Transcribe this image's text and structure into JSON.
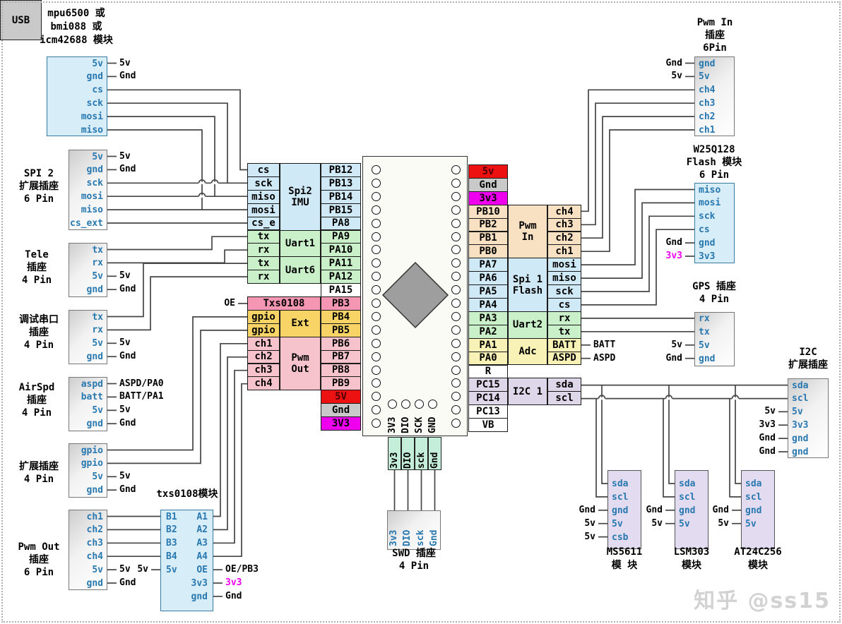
{
  "watermark": "知乎 @ss15",
  "colors": {
    "pin_text": "#2878b0",
    "wire": "#454545",
    "magenta": "#ee00ee",
    "red": "#ee1111",
    "blue": "#cfe9f6",
    "green": "#c9f0c8",
    "yellow": "#f8d365",
    "pink": "#f6c3cc",
    "pinkdark": "#f596b3",
    "tan": "#f8e1c3",
    "paleyellow": "#f8f2b6",
    "lavender": "#ded7e9",
    "grey": "#c9c9c9",
    "mint": "#c4eed9",
    "module_blue": "#d7edf8",
    "module_lavender": "#e3dcf0"
  },
  "connectors": {
    "imu-module": {
      "title": [
        "mpu6500 或",
        "bmi088 或",
        "icm42688 模块"
      ],
      "pins": [
        "5v",
        "gnd",
        "cs",
        "sck",
        "mosi",
        "miso"
      ],
      "ext": {
        "0": "5v",
        "1": "Gnd"
      }
    },
    "spi2-ext-socket": {
      "title": [
        "SPI 2",
        "扩展插座",
        "6 Pin"
      ],
      "pins": [
        "5v",
        "gnd",
        "sck",
        "mosi",
        "miso",
        "cs_ext"
      ],
      "ext": {
        "0": "5v",
        "1": "Gnd"
      }
    },
    "tele-socket": {
      "title": [
        "Tele",
        "插座",
        "4 Pin"
      ],
      "pins": [
        "tx",
        "rx",
        "5v",
        "gnd"
      ],
      "ext": {
        "2": "5v",
        "3": "Gnd"
      }
    },
    "debug-uart-socket": {
      "title": [
        "调试串口",
        "插座",
        "4 Pin"
      ],
      "pins": [
        "tx",
        "rx",
        "5v",
        "gnd"
      ],
      "ext": {
        "2": "5v",
        "3": "Gnd"
      }
    },
    "airspd-socket": {
      "title": [
        "AirSpd",
        "插座",
        "4 Pin"
      ],
      "pins": [
        "aspd",
        "batt",
        "5v",
        "gnd"
      ],
      "ext": {
        "0": "ASPD/PA0",
        "1": "BATT/PA1",
        "2": "5v",
        "3": "Gnd"
      }
    },
    "ext4-socket": {
      "title": [
        "扩展插座",
        "4 Pin"
      ],
      "pins": [
        "gpio",
        "gpio",
        "5v",
        "gnd"
      ],
      "ext": {
        "2": "5v",
        "3": "Gnd"
      }
    },
    "pwm-out-socket": {
      "title": [
        "Pwm Out",
        "插座",
        "6 Pin"
      ],
      "pins": [
        "ch1",
        "ch2",
        "ch3",
        "ch4",
        "5v",
        "gnd"
      ],
      "ext": {
        "4": "5v",
        "5": "Gnd"
      }
    },
    "txs0108-module": {
      "title": [
        "txs0108模块"
      ],
      "pins_left": [
        "B1",
        "B2",
        "B3",
        "B4",
        "5v"
      ],
      "pins_right": [
        "A1",
        "A2",
        "A3",
        "A4",
        "OE",
        "3v3",
        "gnd"
      ],
      "ext_left": {
        "4": "5v"
      },
      "ext_right": {
        "4": "OE/PB3",
        "5": "3v3",
        "6": "Gnd"
      },
      "ext_right_magenta": [
        5
      ]
    },
    "pwm-in-socket": {
      "title": [
        "Pwm In",
        "插座",
        "6Pin"
      ],
      "pins": [
        "gnd",
        "5v",
        "ch4",
        "ch3",
        "ch2",
        "ch1"
      ],
      "ext": {
        "0": "Gnd",
        "1": "5v"
      }
    },
    "w25q128-module": {
      "title": [
        "W25Q128",
        "Flash 模块",
        "6 Pin"
      ],
      "pins": [
        "miso",
        "mosi",
        "sck",
        "cs",
        "gnd",
        "3v3"
      ],
      "ext": {
        "4": "Gnd",
        "5": "3v3"
      },
      "ext_magenta": [
        5
      ]
    },
    "gps-socket": {
      "title": [
        "GPS 插座",
        "4 Pin"
      ],
      "pins": [
        "rx",
        "tx",
        "5v",
        "gnd"
      ],
      "ext": {
        "2": "5v",
        "3": "Gnd"
      }
    },
    "i2c-ext-socket": {
      "title": [
        "I2C",
        "扩展插座"
      ],
      "pins": [
        "sda",
        "scl",
        "5v",
        "3v3",
        "gnd",
        "gnd"
      ],
      "ext": {
        "2": "5v",
        "3": "3v3",
        "4": "Gnd",
        "5": "Gnd"
      }
    },
    "ms5611-module": {
      "title": [
        "MS5611",
        "模 块"
      ],
      "pins": [
        "sda",
        "scl",
        "gnd",
        "5v",
        "csb"
      ],
      "ext": {
        "2": "Gnd",
        "3": "5v",
        "4": "5v"
      }
    },
    "lsm303-module": {
      "title": [
        "LSM303",
        "模块"
      ],
      "pins": [
        "sda",
        "scl",
        "gnd",
        "5v"
      ],
      "ext": {
        "2": "Gnd",
        "3": "5v"
      }
    },
    "at24c256-module": {
      "title": [
        "AT24C256",
        "模块"
      ],
      "pins": [
        "sda",
        "scl",
        "gnd",
        "5v"
      ],
      "ext": {
        "2": "Gnd",
        "3": "5v"
      }
    },
    "swd-socket": {
      "title": [
        "SWD 插座",
        "4 Pin"
      ],
      "pins": [
        "3v3",
        "DIO",
        "sck",
        "Gnd"
      ]
    }
  },
  "mcu": {
    "usb_label": "USB",
    "bottom_pads": [
      "3V3",
      "DIO",
      "SCK",
      "GND"
    ],
    "swd_pads": [
      "3v3",
      "DIO",
      "sck",
      "Gnd"
    ]
  },
  "center_left": {
    "rows": [
      {
        "sig": "cs",
        "pin": "PB12",
        "c": "blue"
      },
      {
        "sig": "sck",
        "pin": "PB13",
        "c": "blue"
      },
      {
        "sig": "miso",
        "pin": "PB14",
        "c": "blue"
      },
      {
        "sig": "mosi",
        "pin": "PB15",
        "c": "blue"
      },
      {
        "sig": "cs_e",
        "pin": "PA8",
        "c": "blue"
      },
      {
        "sig": "tx",
        "pin": "PA9",
        "c": "green"
      },
      {
        "sig": "rx",
        "pin": "PA10",
        "c": "green"
      },
      {
        "sig": "tx",
        "pin": "PA11",
        "c": "green"
      },
      {
        "sig": "rx",
        "pin": "PA12",
        "c": "green"
      },
      {
        "pin": "PA15",
        "c": "white"
      },
      {
        "wide": "Txs0108",
        "pin": "PB3",
        "c": "pinkdark"
      },
      {
        "sig": "gpio",
        "pin": "PB4",
        "c": "yellow"
      },
      {
        "sig": "gpio",
        "pin": "PB5",
        "c": "yellow"
      },
      {
        "sig": "ch1",
        "pin": "PB6",
        "c": "pink"
      },
      {
        "sig": "ch2",
        "pin": "PB7",
        "c": "pink"
      },
      {
        "sig": "ch3",
        "pin": "PB8",
        "c": "pink"
      },
      {
        "sig": "ch4",
        "pin": "PB9",
        "c": "pink"
      },
      {
        "pin": "5V",
        "c": "red",
        "tc": "#4a0000"
      },
      {
        "pin": "Gnd",
        "c": "grey"
      },
      {
        "pin": "3V3",
        "c": "magenta"
      }
    ],
    "groups": [
      {
        "label": "Spi2\nIMU",
        "from": 0,
        "span": 5,
        "c": "blue"
      },
      {
        "label": "Uart1",
        "from": 5,
        "span": 2,
        "c": "green"
      },
      {
        "label": "Uart6",
        "from": 7,
        "span": 2,
        "c": "green"
      },
      {
        "label": "Ext",
        "from": 11,
        "span": 2,
        "c": "yellow"
      },
      {
        "label": "Pwm\nOut",
        "from": 13,
        "span": 4,
        "c": "pink"
      }
    ]
  },
  "center_right": {
    "rows": [
      {
        "pin": "5v",
        "c": "red",
        "tc": "#4a0000"
      },
      {
        "pin": "Gnd",
        "c": "grey"
      },
      {
        "pin": "3v3",
        "c": "magenta"
      },
      {
        "pin": "PB10",
        "sig": "ch4",
        "c": "tan"
      },
      {
        "pin": "PB2",
        "sig": "ch3",
        "c": "tan"
      },
      {
        "pin": "PB1",
        "sig": "ch2",
        "c": "tan"
      },
      {
        "pin": "PB0",
        "sig": "ch1",
        "c": "tan"
      },
      {
        "pin": "PA7",
        "sig": "mosi",
        "c": "blue"
      },
      {
        "pin": "PA6",
        "sig": "miso",
        "c": "blue"
      },
      {
        "pin": "PA5",
        "sig": "sck",
        "c": "blue"
      },
      {
        "pin": "PA4",
        "sig": "cs",
        "c": "blue"
      },
      {
        "pin": "PA3",
        "sig": "rx",
        "c": "green"
      },
      {
        "pin": "PA2",
        "sig": "tx",
        "c": "green"
      },
      {
        "pin": "PA1",
        "sig": "BATT",
        "c": "paleyellow"
      },
      {
        "pin": "PA0",
        "sig": "ASPD",
        "c": "paleyellow"
      },
      {
        "pin": "R",
        "c": "white"
      },
      {
        "pin": "PC15",
        "sig": "sda",
        "c": "lavender"
      },
      {
        "pin": "PC14",
        "sig": "scl",
        "c": "lavender"
      },
      {
        "pin": "PC13",
        "c": "white"
      },
      {
        "pin": "VB",
        "c": "white"
      }
    ],
    "groups": [
      {
        "label": "Pwm\nIn",
        "from": 3,
        "span": 4,
        "c": "tan"
      },
      {
        "label": "Spi 1\nFlash",
        "from": 7,
        "span": 4,
        "c": "blue"
      },
      {
        "label": "Uart2",
        "from": 11,
        "span": 2,
        "c": "green"
      },
      {
        "label": "Adc",
        "from": 13,
        "span": 2,
        "c": "paleyellow"
      },
      {
        "label": "I2C 1",
        "from": 16,
        "span": 2,
        "c": "lavender"
      }
    ]
  },
  "labels": {
    "oe": "OE",
    "batt": "BATT",
    "aspd": "ASPD"
  }
}
